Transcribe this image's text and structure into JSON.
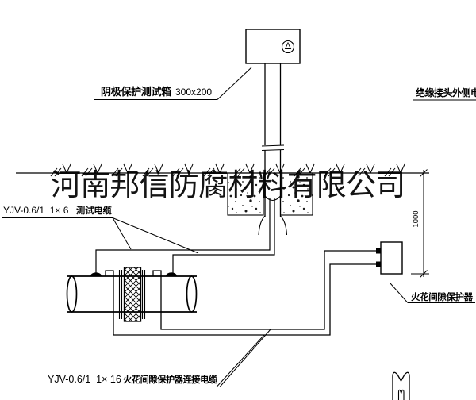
{
  "colors": {
    "line": "#000000",
    "background": "#ffffff"
  },
  "watermark": "河南邦信防腐材料有限公司",
  "labels": {
    "test_box_label": "阴极保护测试箱",
    "test_box_size": "300x200",
    "insulated_joint_cable": "绝缘接头外侧电缆",
    "test_cable_spec": "YJV-0.6/1  1× 6",
    "test_cable_name": "测试电缆",
    "spark_cable_spec": "YJV-0.6/1  1× 16",
    "spark_cable_name": "火花间隙保护器连接电缆",
    "spark_gap_name": "火花间隙保护器",
    "dimension_value": "1000"
  }
}
